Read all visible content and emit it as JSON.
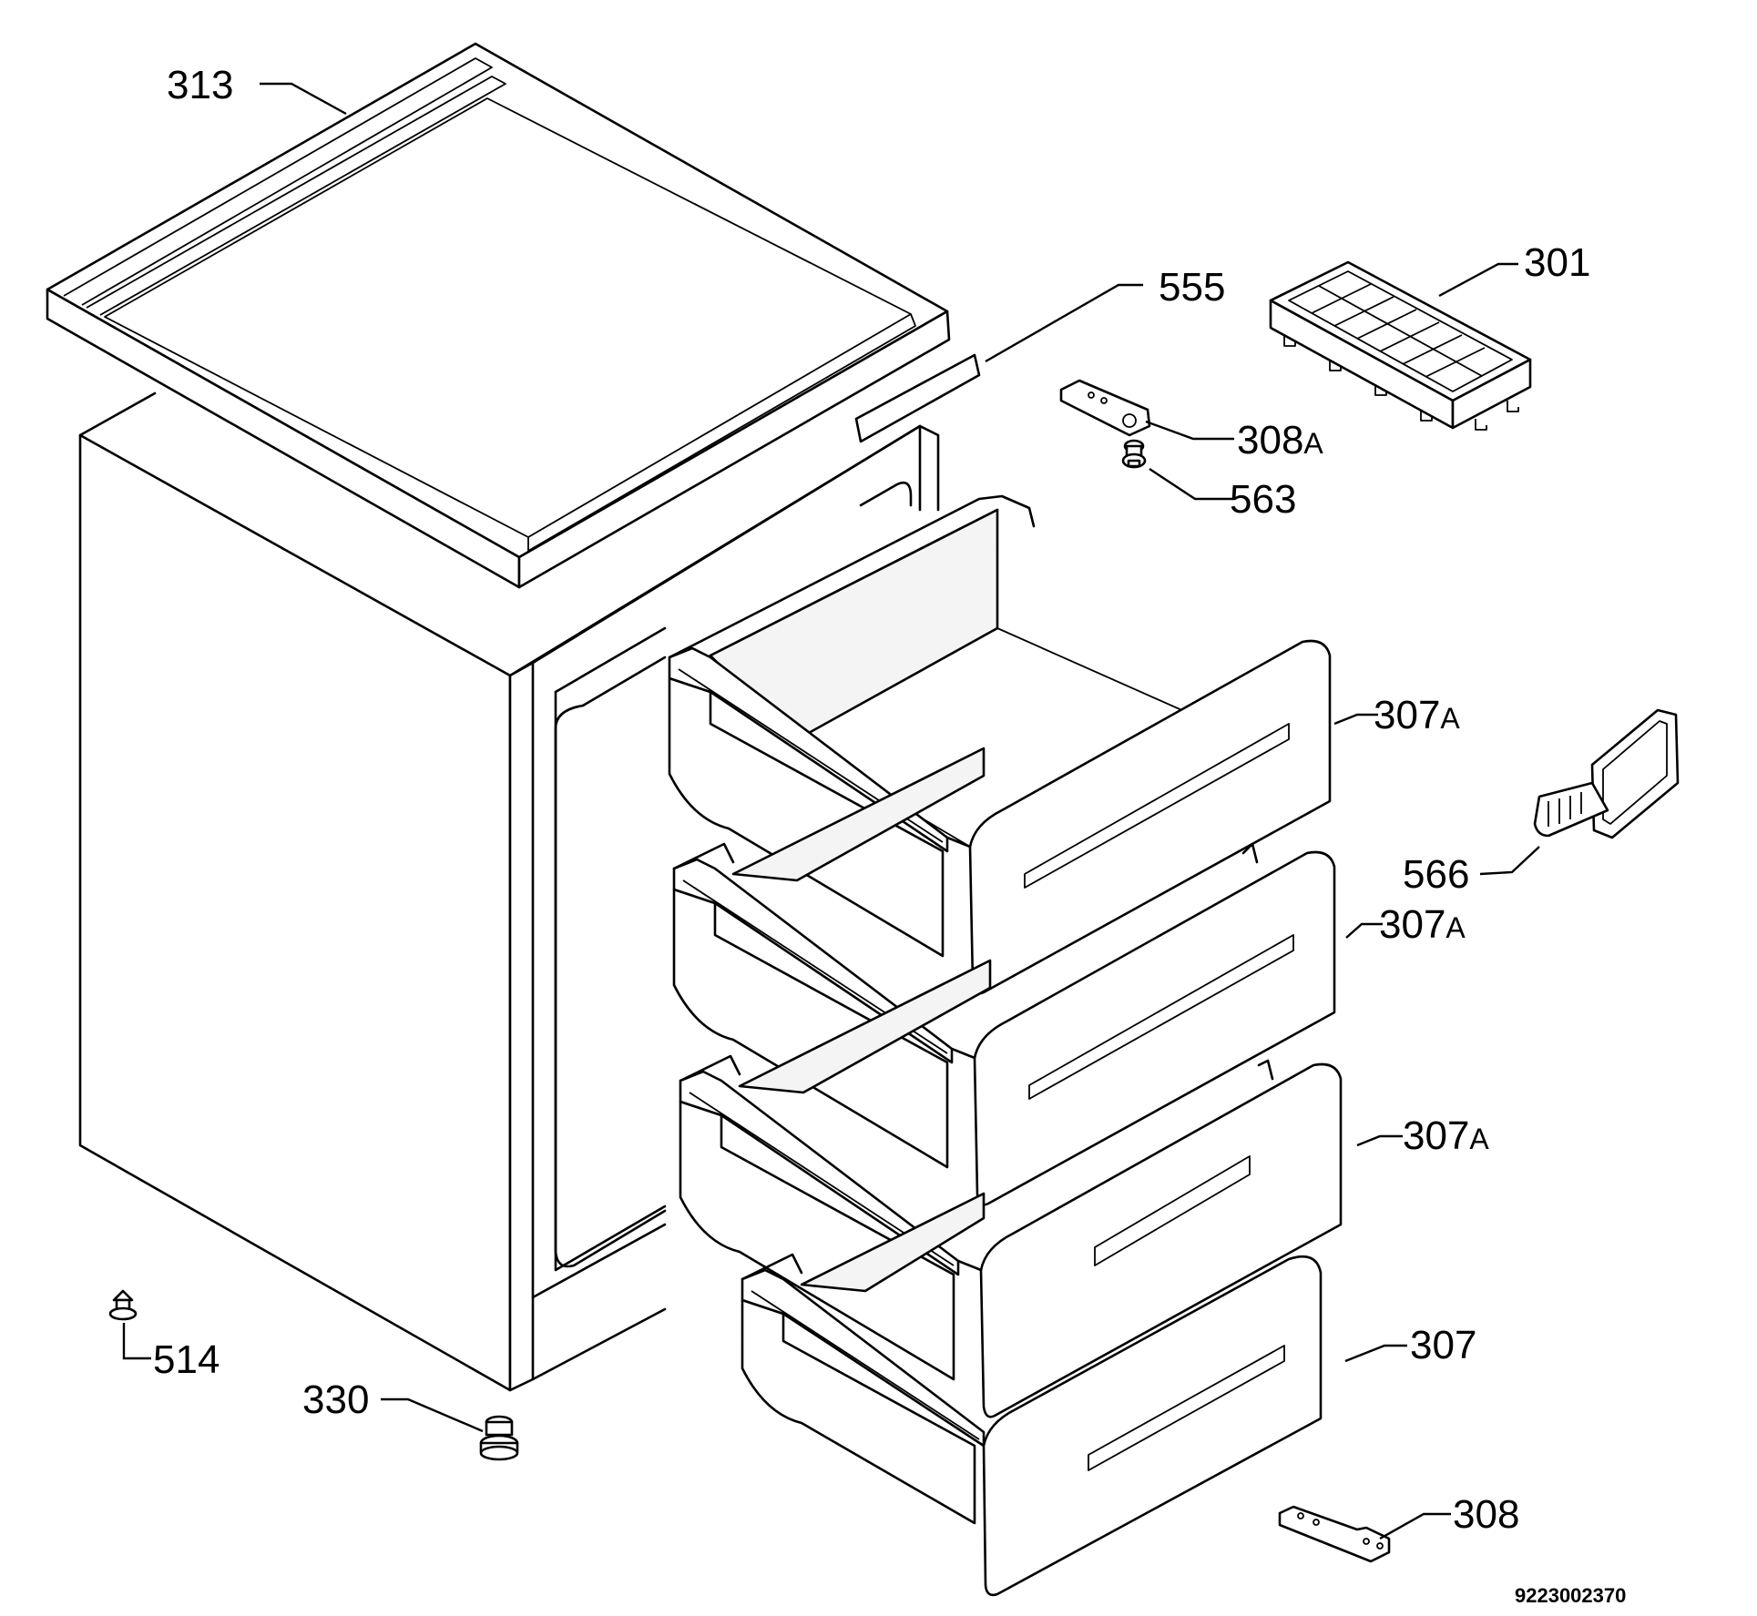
{
  "callouts": {
    "top_cover": "313",
    "strip": "555",
    "ice_tray": "301",
    "hinge_upper": "308",
    "hinge_upper_suffix": "A",
    "pin": "563",
    "drawer_1": "307",
    "drawer_1_suffix": "A",
    "drawer_2": "307",
    "drawer_2_suffix": "A",
    "drawer_3": "307",
    "drawer_3_suffix": "A",
    "drawer_4": "307",
    "scraper": "566",
    "foot_left": "514",
    "foot_front": "330",
    "hinge_lower": "308"
  },
  "document_number": "9223002370"
}
